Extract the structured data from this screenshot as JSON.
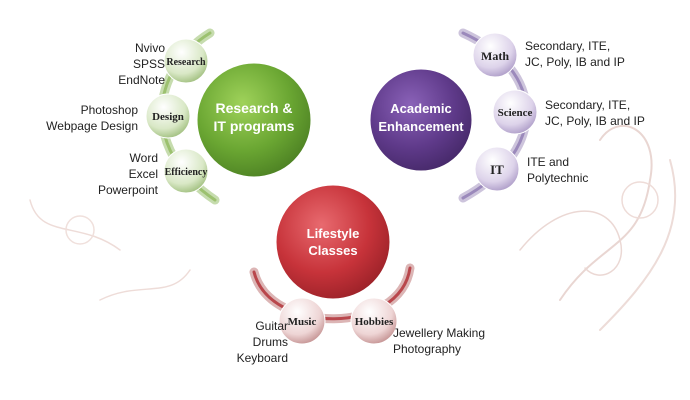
{
  "hubs": {
    "research": {
      "title_line1": "Research &",
      "title_line2": "IT programs",
      "color": "#6aa632"
    },
    "academic": {
      "title_line1": "Academic",
      "title_line2": "Enhancement",
      "color": "#5f3a8a"
    },
    "lifestyle": {
      "title_line1": "Lifestyle",
      "title_line2": "Classes",
      "color": "#c7333a"
    }
  },
  "research_nodes": [
    {
      "label": "Research",
      "details": [
        "Nvivo",
        "SPSS",
        "EndNote"
      ]
    },
    {
      "label": "Design",
      "details": [
        "Photoshop",
        "Webpage Design"
      ]
    },
    {
      "label": "Efficiency",
      "details": [
        "Word",
        "Excel",
        "Powerpoint"
      ]
    }
  ],
  "academic_nodes": [
    {
      "label": "Math",
      "details": [
        "Secondary, ITE,",
        "JC, Poly, IB and IP"
      ]
    },
    {
      "label": "Science",
      "details": [
        "Secondary, ITE,",
        "JC, Poly, IB and IP"
      ]
    },
    {
      "label": "IT",
      "details": [
        "ITE and",
        "Polytechnic"
      ]
    }
  ],
  "lifestyle_nodes": [
    {
      "label": "Music",
      "details": [
        "Guitar",
        "Drums",
        "Keyboard"
      ]
    },
    {
      "label": "Hobbies",
      "details": [
        "Jewellery Making",
        "Photography"
      ]
    }
  ]
}
